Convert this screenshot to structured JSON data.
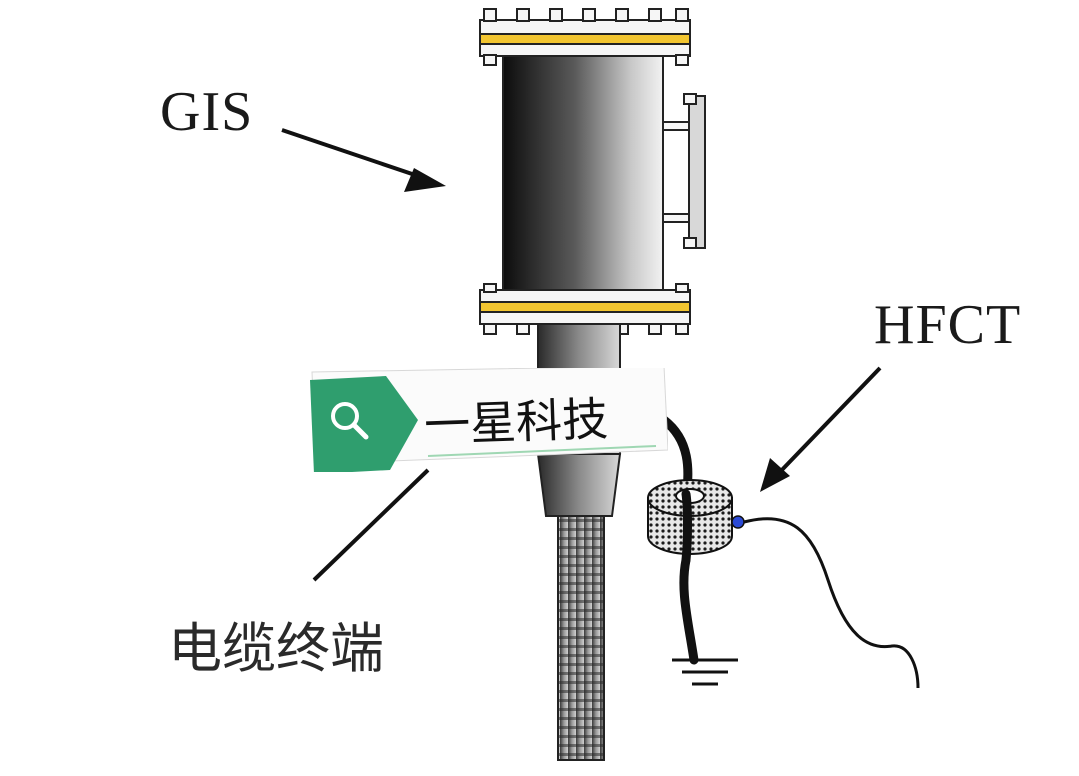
{
  "labels": {
    "gis": "GIS",
    "hfct": "HFCT",
    "cable_termination": "电缆终端"
  },
  "watermark": {
    "text": "一星科技",
    "icon": "search-icon",
    "accent_color": "#2f9e6e"
  },
  "colors": {
    "flange_gold": "#f2c530",
    "line": "#111111"
  }
}
